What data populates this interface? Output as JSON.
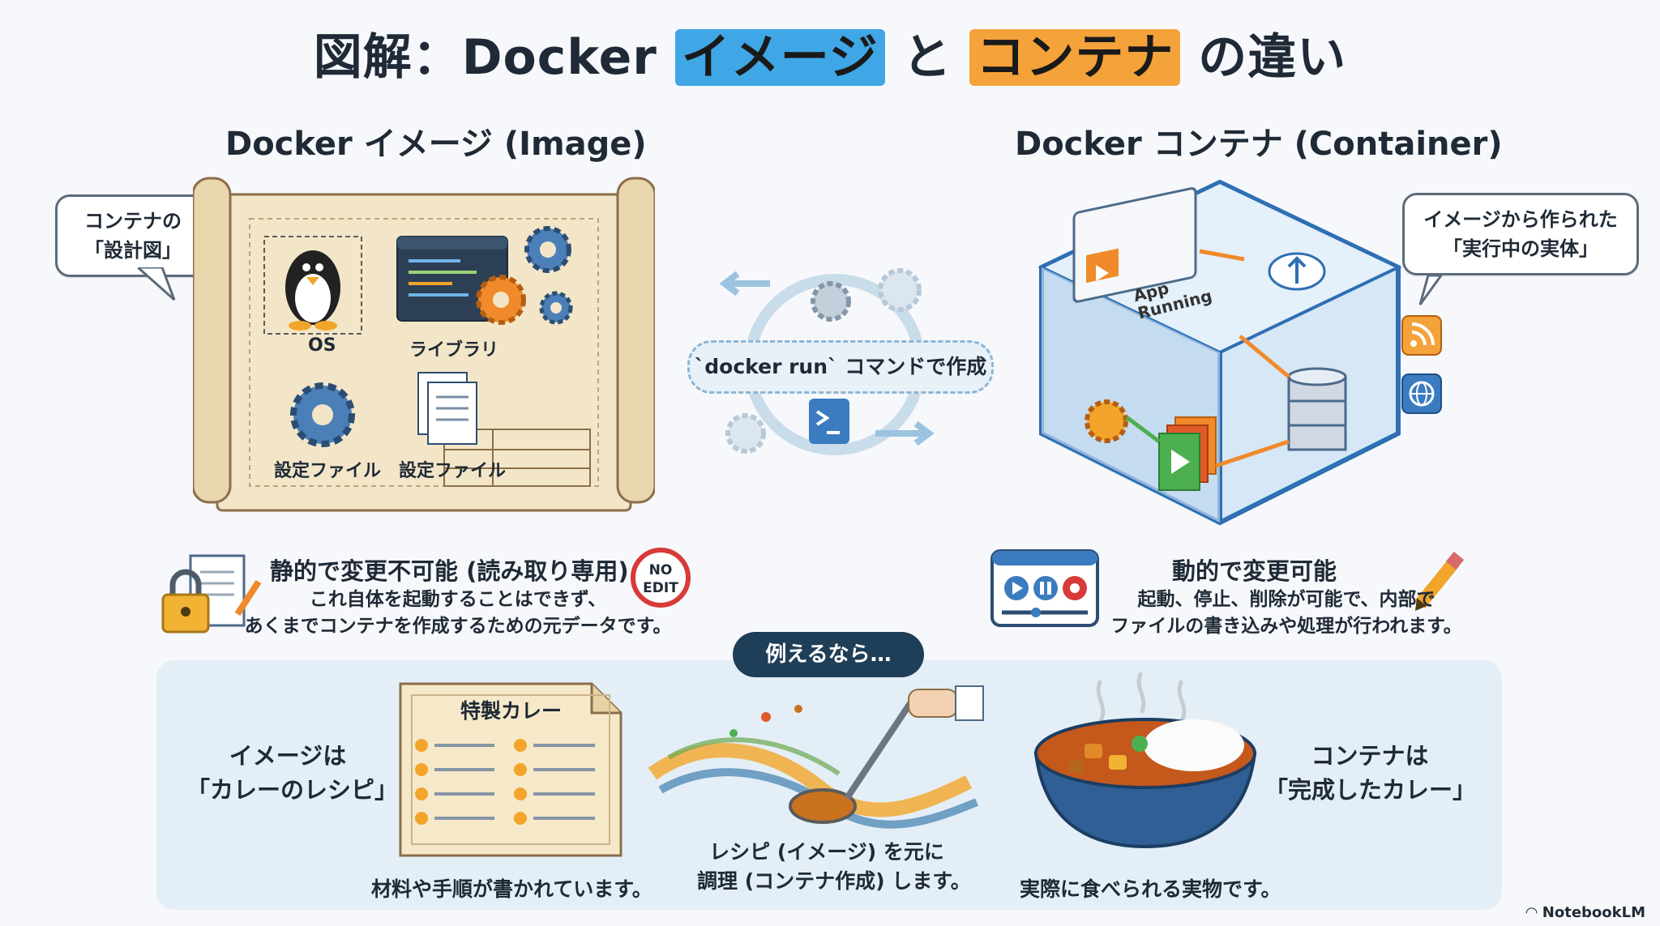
{
  "title": {
    "prefix": "図解：Docker ",
    "image_word": "イメージ",
    "middle": " と ",
    "container_word": "コンテナ",
    "suffix": " の違い"
  },
  "image_section": {
    "heading": "Docker イメージ (Image)",
    "bubble_lines": [
      "コンテナの",
      "「設計図」"
    ],
    "labels": {
      "os": "OS",
      "library": "ライブラリ",
      "config1": "設定ファイル",
      "config2": "設定ファイル"
    },
    "trait_title": "静的で変更不可能 (読み取り専用)",
    "no_edit_badge": [
      "NO",
      "EDIT"
    ],
    "trait_lines": [
      "これ自体を起動することはできず、",
      "あくまでコンテナを作成するための元データです。"
    ]
  },
  "center": {
    "command": "`docker run` コマンドで作成"
  },
  "container_section": {
    "heading": "Docker コンテナ (Container)",
    "bubble_lines": [
      "イメージから作られた",
      "「実行中の実体」"
    ],
    "app_label": [
      "App",
      "Running"
    ],
    "trait_title": "動的で変更可能",
    "trait_lines": [
      "起動、停止、削除が可能で、内部で",
      "ファイルの書き込みや処理が行われます。"
    ]
  },
  "analogy": {
    "pill": "例えるなら…",
    "left_lines": [
      "イメージは",
      "「カレーのレシピ」"
    ],
    "recipe_title": "特製カレー",
    "recipe_caption": "材料や手順が書かれています。",
    "cooking_lines": [
      "レシピ (イメージ) を元に",
      "調理 (コンテナ作成) します。"
    ],
    "dish_caption": "実際に食べられる実物です。",
    "right_lines": [
      "コンテナは",
      "「完成したカレー」"
    ]
  },
  "brand": "NotebookLM",
  "colors": {
    "image_accent": "#3fa7e6",
    "container_accent": "#f4a23a",
    "container_blue": "#2f6fb3",
    "dark_navy": "#1f3e58"
  }
}
